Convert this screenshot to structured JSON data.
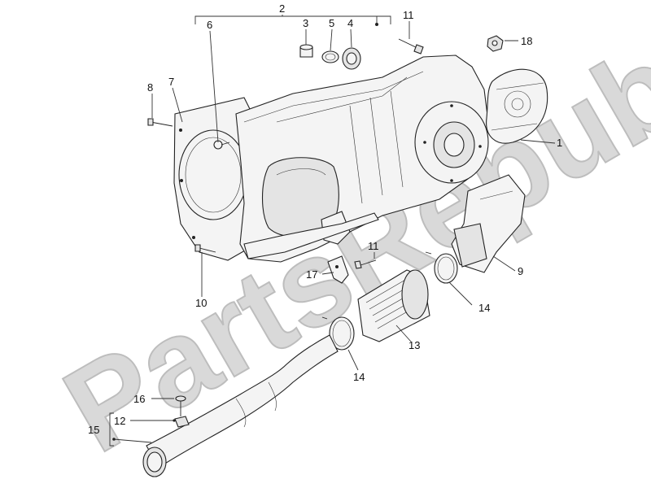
{
  "watermark": "PartsRepublik",
  "callouts": {
    "c1": "1",
    "c2": "2",
    "c3": "3",
    "c4": "4",
    "c5": "5",
    "c6": "6",
    "c7": "7",
    "c8": "8",
    "c9": "9",
    "c10": "10",
    "c11a": "11",
    "c11b": "11",
    "c12": "12",
    "c13": "13",
    "c14a": "14",
    "c14b": "14",
    "c15": "15",
    "c16": "16",
    "c17": "17",
    "c18": "18"
  }
}
